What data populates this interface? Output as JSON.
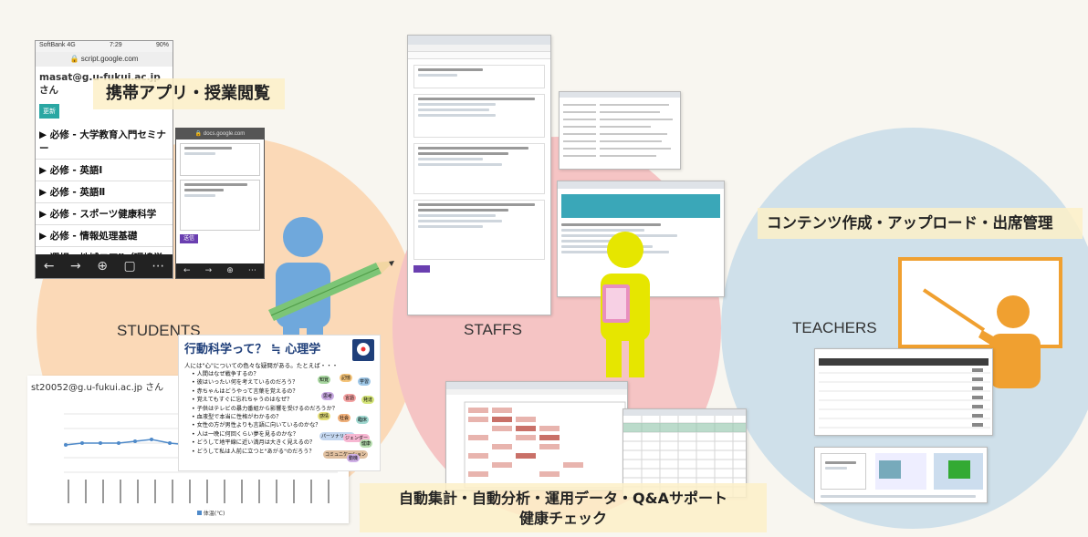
{
  "groups": {
    "students": "STUDENTS",
    "staffs": "STAFFS",
    "teachers": "TEACHERS"
  },
  "captions": {
    "students": "携帯アプリ・授業閲覧",
    "teachers": "コンテンツ作成・アップロード・出席管理",
    "staffs_line1": "自動集計・自動分析・運用データ・Q&Aサポート",
    "staffs_line2": "健康チェック"
  },
  "phone_app": {
    "carrier": "SoftBank 4G",
    "time": "7:29",
    "battery": "90%",
    "url": "script.google.com",
    "user_email": "masat@g.u-fukui.ac.jp さん",
    "refresh_button": "更新",
    "courses": [
      "▶ 必修 - 大学教育入門セミナー",
      "▶ 必修 - 英語Ⅰ",
      "▶ 必修 - 英語Ⅱ",
      "▶ 必修 - スポーツ健康科学",
      "▶ 必修 - 情報処理基礎",
      "▶ 選択 - 地域コアⅡ（環境学概論～現在・過去・未来～）"
    ]
  },
  "phone_form": {
    "url": "docs.google.com",
    "submit": "送信"
  },
  "slide": {
    "title": "行動科学って？ ≒ 心理学",
    "intro": "人には\"心\"についての色々な疑問がある。たとえば・・・",
    "bullets": [
      "人間はなぜ戦争するの？",
      "彼はいったい何を考えているのだろう？",
      "赤ちゃんはどうやって言葉を覚えるの？",
      "覚えてもすぐに忘れちゃうのはなぜ？",
      "子供はテレビの暴力番組から影響を受けるのだろうか？",
      "血液型で本当に性格がわかるの？",
      "女性の方が男性よりも言語に向いているのかな？",
      "人は一晩に何回くらい夢を見るのかな？",
      "どうして地平線に近い満月は大きく見えるの？",
      "どうして私は人前に立つと\"あがる\"のだろう？"
    ],
    "bubbles": [
      "知覚",
      "記憶",
      "学習",
      "思考",
      "言語",
      "発達",
      "感情",
      "社会",
      "臨床",
      "パーソナリティ",
      "ジェンダー",
      "健康",
      "コミュニケーション",
      "動機"
    ]
  },
  "chart_shot": {
    "user": "st20052@g.u-fukui.ac.jp さん",
    "legend": "体温(℃)"
  },
  "colors": {
    "students_circle": "#fbd9b7",
    "staffs_circle": "#f5c4c4",
    "teachers_circle": "#cfe0ea",
    "student_figure": "#6fa8dc",
    "staff_figure": "#e6e600",
    "teacher_figure": "#f0a030",
    "caption_band": "#fdf0c8"
  }
}
